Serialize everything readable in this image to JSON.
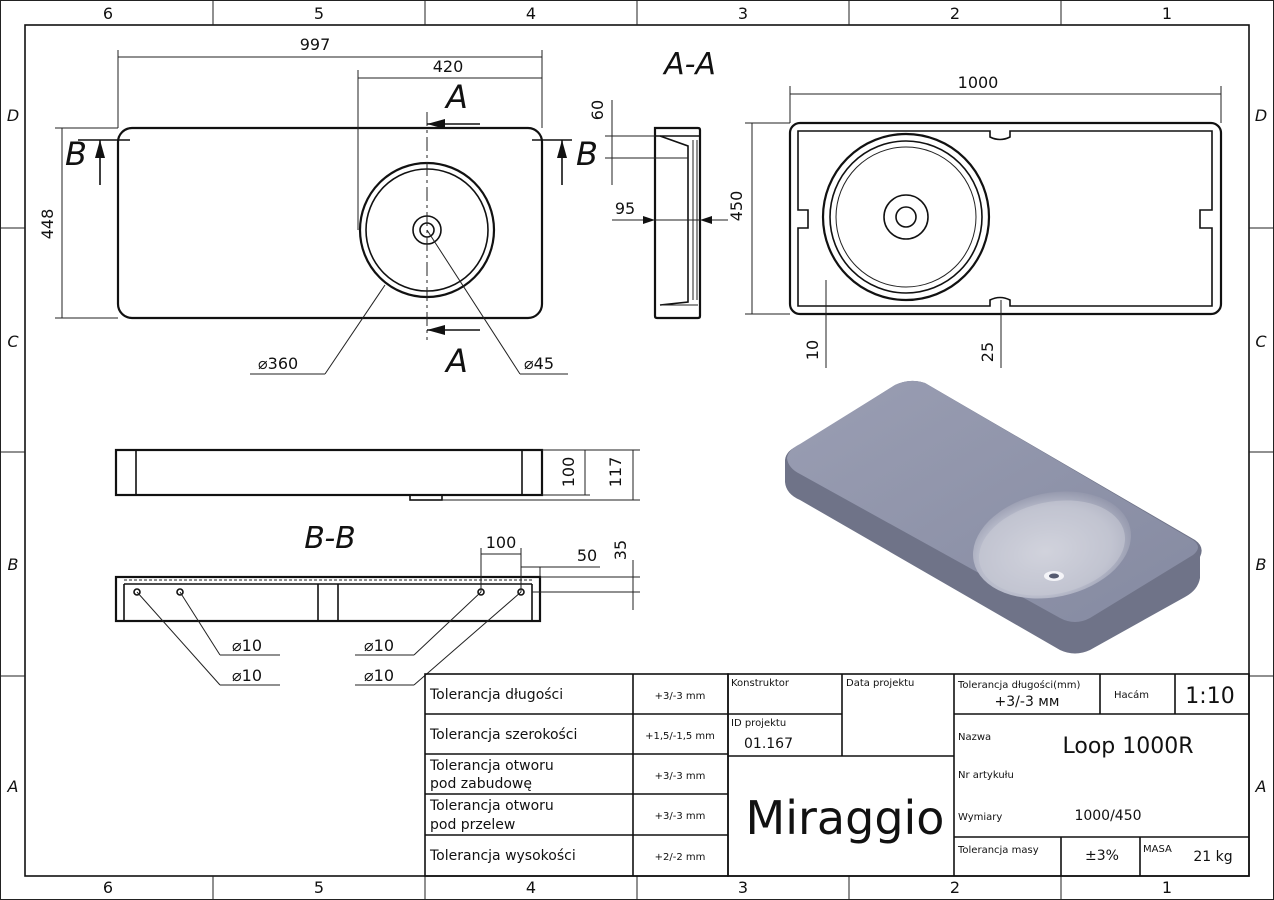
{
  "frame": {
    "columns_top": [
      "6",
      "5",
      "4",
      "3",
      "2",
      "1"
    ],
    "rows_side": [
      "D",
      "C",
      "B",
      "A"
    ]
  },
  "top_view": {
    "dim_length": "997",
    "dim_bowl_offset": "420",
    "dim_width": "448",
    "dim_bowl_diameter": "⌀360",
    "dim_drain_diameter": "⌀45",
    "section_a": "A",
    "section_b": "B"
  },
  "section_aa": {
    "title": "A-A",
    "dim_top": "60",
    "dim_depth": "95"
  },
  "right_view": {
    "dim_length": "1000",
    "dim_width": "450",
    "dim_wall": "10",
    "dim_notch": "25"
  },
  "side_view": {
    "dim_height_inner": "100",
    "dim_height_total": "117"
  },
  "section_bb": {
    "title": "B-B",
    "dim_hole_spacing": "100",
    "dim_edge": "50",
    "dim_depth": "35",
    "hole_labels": [
      "⌀10",
      "⌀10",
      "⌀10",
      "⌀10"
    ]
  },
  "tolerance_table": {
    "rows": [
      {
        "label": "Tolerancja długości",
        "value": "+3/-3 mm"
      },
      {
        "label": "Tolerancja szerokości",
        "value": "+1,5/-1,5 mm"
      },
      {
        "label": "Tolerancja otworu pod zabudowę",
        "line1": "Tolerancja otworu",
        "line2": "pod zabudowę",
        "value": "+3/-3 mm"
      },
      {
        "label": "Tolerancja otworu pod przelew",
        "line1": "Tolerancja otworu",
        "line2": "pod przelew",
        "value": "+3/-3 mm"
      },
      {
        "label": "Tolerancja wysokości",
        "value": "+2/-2 mm"
      }
    ]
  },
  "title_block": {
    "konstruktor_label": "Konstruktor",
    "data_projektu_label": "Data projektu",
    "id_projektu_label": "ID projektu",
    "id_projektu_value": "01.167",
    "brand": "Miraggio",
    "tol_length_label": "Tolerancja długości(mm)",
    "tol_length_value": "+3/-3 мм",
    "author_label": "Нacám",
    "scale": "1:10",
    "name_label": "Nazwa",
    "name_value": "Loop 1000R",
    "article_label": "Nr artykułu",
    "dims_label": "Wymiary",
    "dims_value": "1000/450",
    "mass_tol_label": "Tolerancja masy",
    "mass_tol_value": "±3%",
    "mass_label": "MASA",
    "mass_value": "21 kg"
  },
  "colors": {
    "render_top": "#8e92a8",
    "render_side": "#6f7388",
    "render_bowl": "#c9cbd6"
  }
}
